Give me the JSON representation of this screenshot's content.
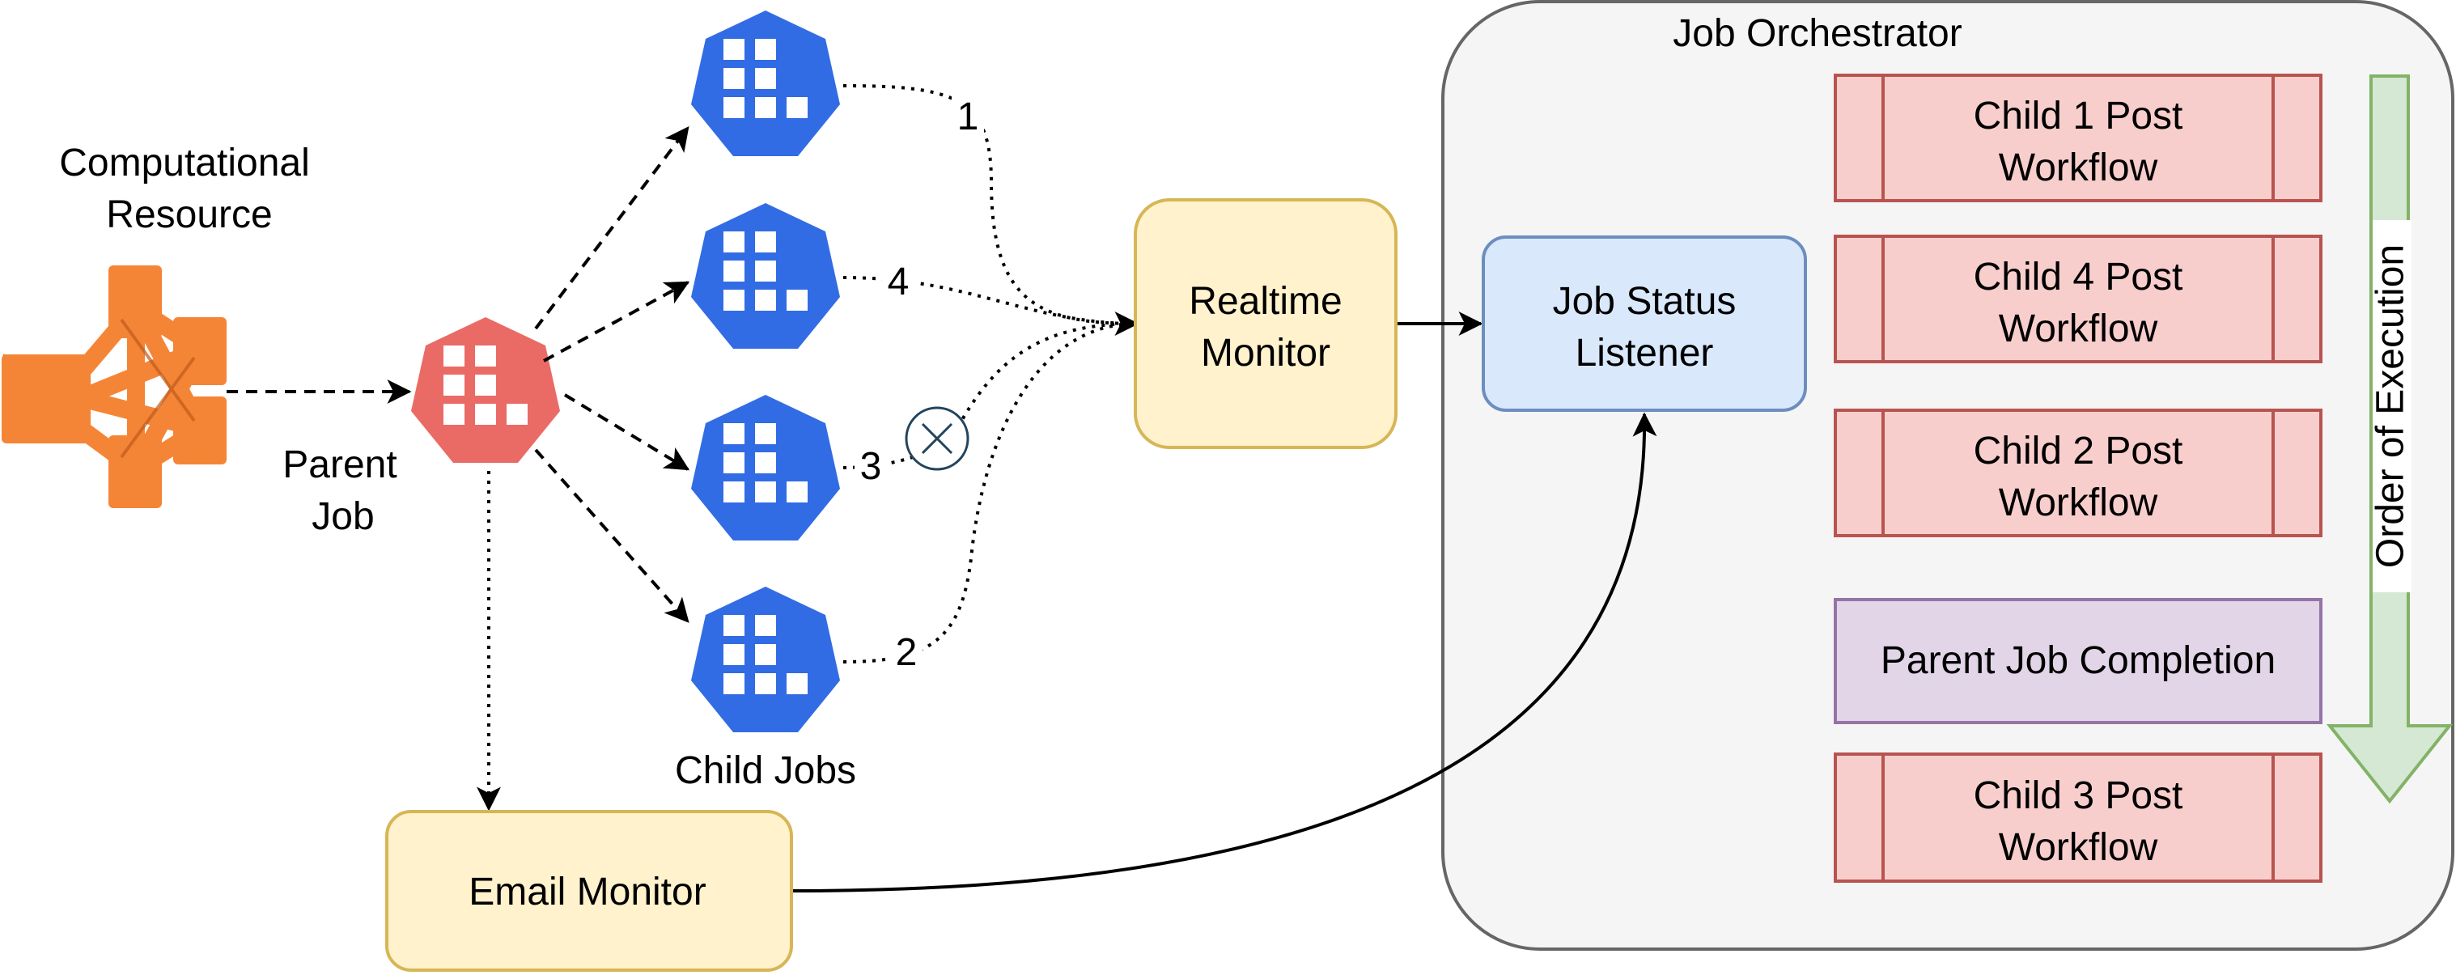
{
  "computational_resource": {
    "label_line1": "Computational",
    "label_line2": "Resource",
    "icon": "network-cluster-icon",
    "color": "#F58536"
  },
  "parent_job": {
    "label_line1": "Parent",
    "label_line2": "Job",
    "icon": "kubernetes-job-icon",
    "color": "#EA6B66"
  },
  "child_jobs": {
    "label": "Child Jobs",
    "icon": "kubernetes-job-icon",
    "color": "#326CE5",
    "items": [
      {
        "number": "1",
        "status": "ok"
      },
      {
        "number": "4",
        "status": "ok"
      },
      {
        "number": "3",
        "status": "failed",
        "status_icon": "x-circle-icon"
      },
      {
        "number": "2",
        "status": "ok"
      }
    ]
  },
  "realtime_monitor": {
    "line1": "Realtime",
    "line2": "Monitor",
    "fill": "#FFF2CC",
    "stroke": "#D6B656"
  },
  "email_monitor": {
    "label": "Email Monitor",
    "fill": "#FFF2CC",
    "stroke": "#D6B656"
  },
  "job_orchestrator": {
    "title": "Job Orchestrator",
    "fill": "#F5F5F5",
    "stroke": "#666666",
    "listener": {
      "line1": "Job Status",
      "line2": "Listener",
      "fill": "#DAE8FC",
      "stroke": "#6C8EBF"
    },
    "workflows": [
      {
        "line1": "Child 1 Post",
        "line2": "Workflow",
        "kind": "process"
      },
      {
        "line1": "Child 4 Post",
        "line2": "Workflow",
        "kind": "process"
      },
      {
        "line1": "Child 2 Post",
        "line2": "Workflow",
        "kind": "process"
      },
      {
        "line1": "Parent Job Completion",
        "kind": "single"
      },
      {
        "line1": "Child 3 Post",
        "line2": "Workflow",
        "kind": "process"
      }
    ],
    "workflow_fill": "#F8CECC",
    "workflow_stroke": "#B85450",
    "completion_fill": "#E1D5E7",
    "completion_stroke": "#9673A6",
    "order_arrow": {
      "label": "Order of Execution",
      "fill": "#D5E8D4",
      "stroke": "#82B366",
      "icon": "arrow-down-icon"
    }
  }
}
